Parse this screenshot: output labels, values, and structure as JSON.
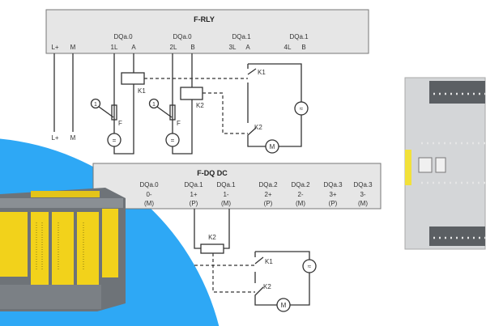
{
  "relay_module": {
    "title": "F-RLY",
    "channel_headers": [
      "DQa.0",
      "DQa.0",
      "DQa.1",
      "DQa.1"
    ],
    "terminals": [
      "L+",
      "M",
      "1L",
      "A",
      "2L",
      "B",
      "3L",
      "A",
      "4L",
      "B"
    ],
    "bottom_labels": [
      "L+",
      "M"
    ],
    "coil_labels": [
      "K1",
      "K2"
    ],
    "fuse_labels": [
      "F",
      "F"
    ],
    "callouts": [
      "1",
      "1"
    ],
    "contact_labels": [
      "K1",
      "K2"
    ],
    "motor_label": "M",
    "source_symbol": "≈",
    "dc_symbol": "="
  },
  "dc_module": {
    "title": "F-DQ DC",
    "columns": [
      {
        "ch": "DQa.0",
        "term": "0-",
        "pol": "(M)"
      },
      {
        "ch": "DQa.1",
        "term": "1+",
        "pol": "(P)"
      },
      {
        "ch": "DQa.1",
        "term": "1-",
        "pol": "(M)"
      },
      {
        "ch": "DQa.2",
        "term": "2+",
        "pol": "(P)"
      },
      {
        "ch": "DQa.2",
        "term": "2-",
        "pol": "(M)"
      },
      {
        "ch": "DQa.3",
        "term": "3+",
        "pol": "(P)"
      },
      {
        "ch": "DQa.3",
        "term": "3-",
        "pol": "(M)"
      }
    ],
    "coil_label": "K2",
    "contact_labels": [
      "K1",
      "K2"
    ],
    "motor_label": "M",
    "source_symbol": "≈"
  },
  "colors": {
    "accent_blue": "#2ea8f5",
    "module_yellow": "#f2d21b",
    "module_gray": "#6e7378"
  }
}
